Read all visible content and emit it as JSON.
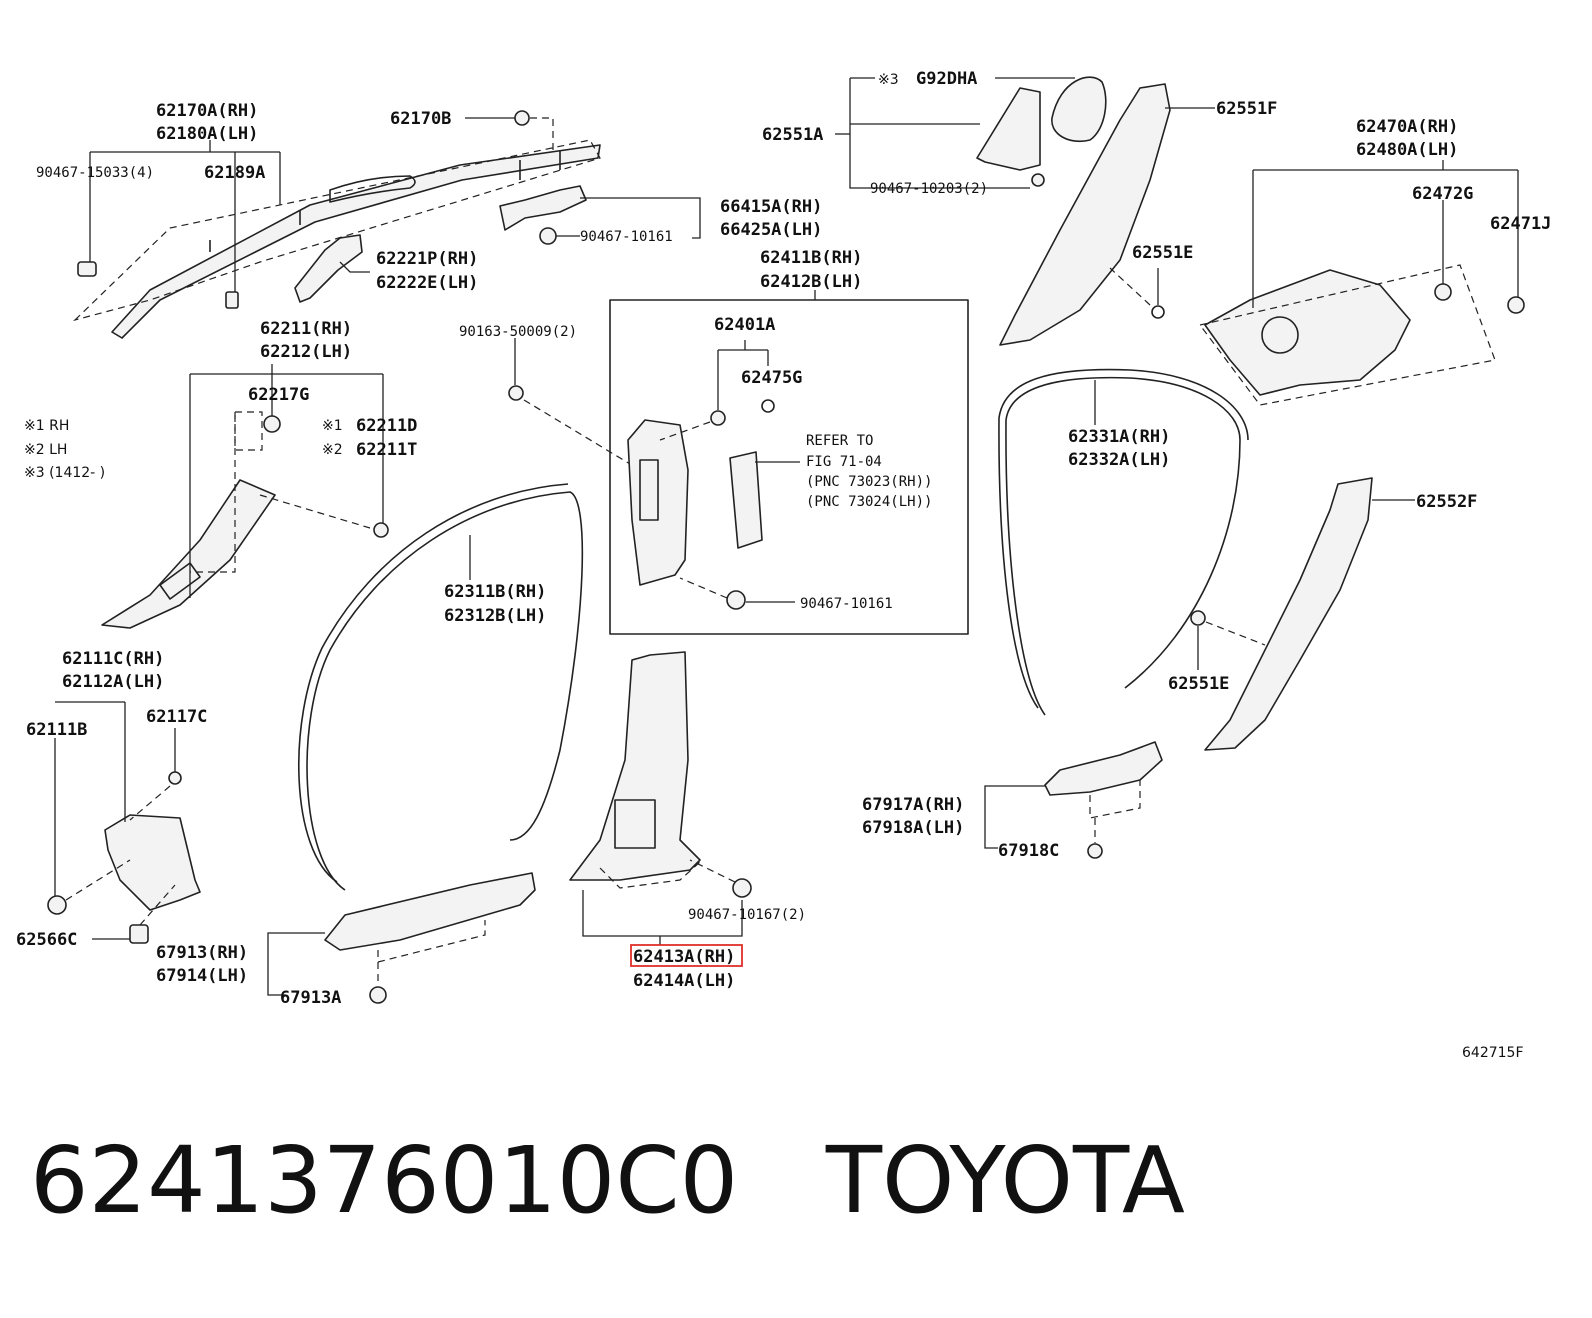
{
  "labels": {
    "l62170A": "62170A(RH)",
    "l62180A": "62180A(LH)",
    "l62170B": "62170B",
    "l90467_15033": "90467-15033(4)",
    "l62189A": "62189A",
    "l66415A": "66415A(RH)",
    "l66425A": "66425A(LH)",
    "l90467_10161a": "90467-10161",
    "l62221P": "62221P(RH)",
    "l62222E": "62222E(LH)",
    "l62551A": "62551A",
    "lG92DHA": "G92DHA",
    "l90467_10203": "90467-10203(2)",
    "l62551F": "62551F",
    "l62551Ea": "62551E",
    "l62470A": "62470A(RH)",
    "l62480A": "62480A(LH)",
    "l62472G": "62472G",
    "l62471J": "62471J",
    "l62411B": "62411B(RH)",
    "l62412B": "62412B(LH)",
    "l62401A": "62401A",
    "l62475G": "62475G",
    "l90163": "90163-50009(2)",
    "l90467_10161b": "90467-10161",
    "l62211": "62211(RH)",
    "l62212": "62212(LH)",
    "l62217G": "62217G",
    "l62211D": "62211D",
    "l62211T": "62211T",
    "l62311B": "62311B(RH)",
    "l62312B": "62312B(LH)",
    "l62331A": "62331A(RH)",
    "l62332A": "62332A(LH)",
    "l62552F": "62552F",
    "l62551Eb": "62551E",
    "l62111C": "62111C(RH)",
    "l62112A": "62112A(LH)",
    "l62111B": "62111B",
    "l62117C": "62117C",
    "l62566C": "62566C",
    "l67913": "67913(RH)",
    "l67914": "67914(LH)",
    "l67913A": "67913A",
    "l90467_10167": "90467-10167(2)",
    "l62413A": "62413A(RH)",
    "l62414A": "62414A(LH)",
    "l67917A": "67917A(RH)",
    "l67918A": "67918A(LH)",
    "l67918C": "67918C"
  },
  "marks": {
    "m1": "※1",
    "m2": "※2",
    "m3": "※3"
  },
  "legend": {
    "rh": "※1 RH",
    "lh": "※2 LH",
    "l3": "※3 (1412-      )"
  },
  "refer": {
    "line1": "REFER TO",
    "line2": "FIG 71-04",
    "line3": "(PNC 73023(RH))",
    "line4": "(PNC 73024(LH))"
  },
  "figure_code": "642715F",
  "footer": "6241376010C0   TOYOTA",
  "colors": {
    "highlight": "#e0302b",
    "ink": "#111111"
  }
}
